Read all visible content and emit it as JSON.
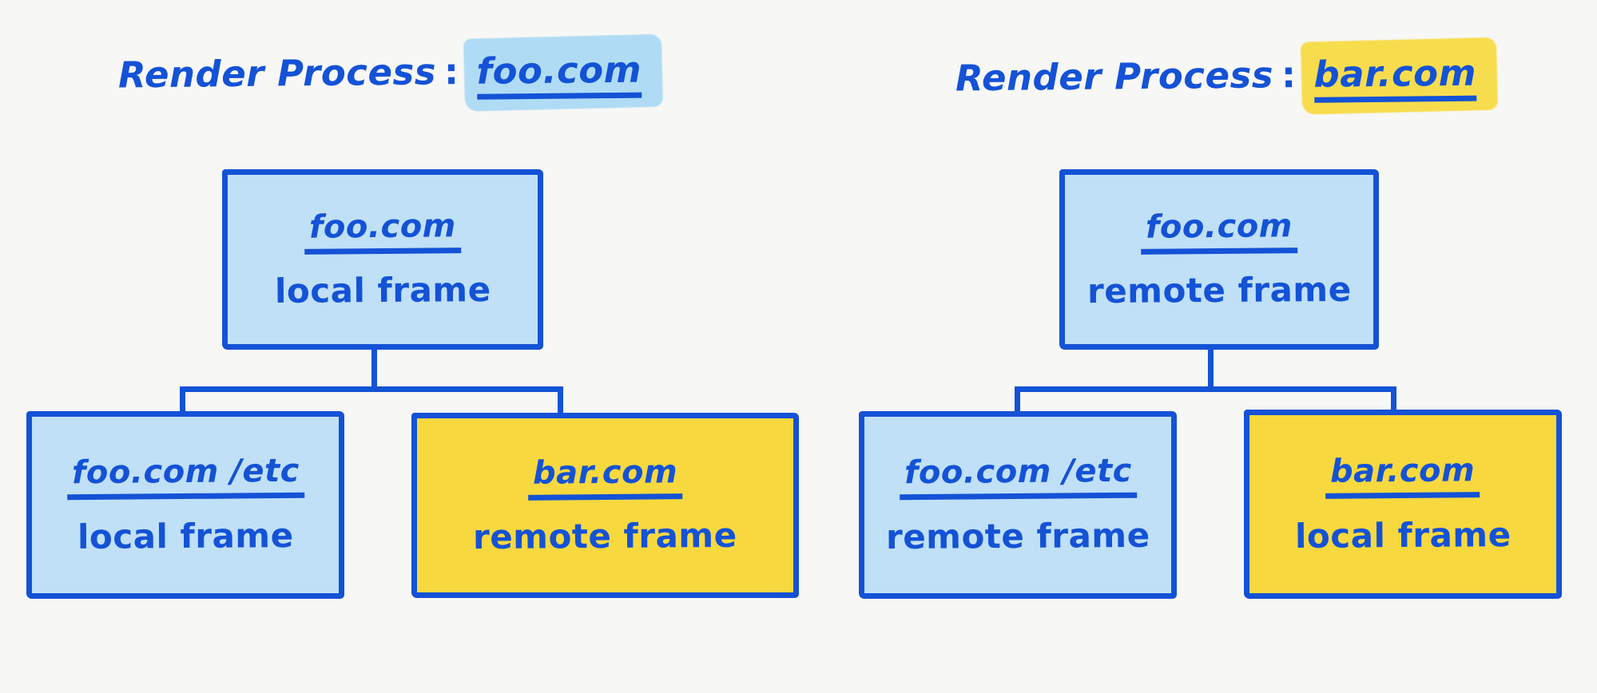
{
  "canvas": {
    "background_color": "#f7f7f5",
    "ink_color": "#1452d6",
    "blue_fill_color": "#bfe0f6",
    "yellow_fill_color": "#f7d83f",
    "blue_highlight_color": "#a9daf4",
    "yellow_highlight_color": "#f7dc45"
  },
  "diagram": {
    "type": "frame-tree",
    "groups": [
      {
        "id": "left",
        "title": {
          "label": "Render Process",
          "separator": ":",
          "domain": "foo.com",
          "highlight": "blue"
        },
        "root": {
          "url": "foo.com",
          "kind": "local frame",
          "fill": "blue"
        },
        "children": [
          {
            "url": "foo.com /etc",
            "kind": "local frame",
            "fill": "blue"
          },
          {
            "url": "bar.com",
            "kind": "remote frame",
            "fill": "yellow"
          }
        ]
      },
      {
        "id": "right",
        "title": {
          "label": "Render Process",
          "separator": ":",
          "domain": "bar.com",
          "highlight": "yellow"
        },
        "root": {
          "url": "foo.com",
          "kind": "remote frame",
          "fill": "blue"
        },
        "children": [
          {
            "url": "foo.com /etc",
            "kind": "remote frame",
            "fill": "blue"
          },
          {
            "url": "bar.com",
            "kind": "local frame",
            "fill": "yellow"
          }
        ]
      }
    ]
  }
}
